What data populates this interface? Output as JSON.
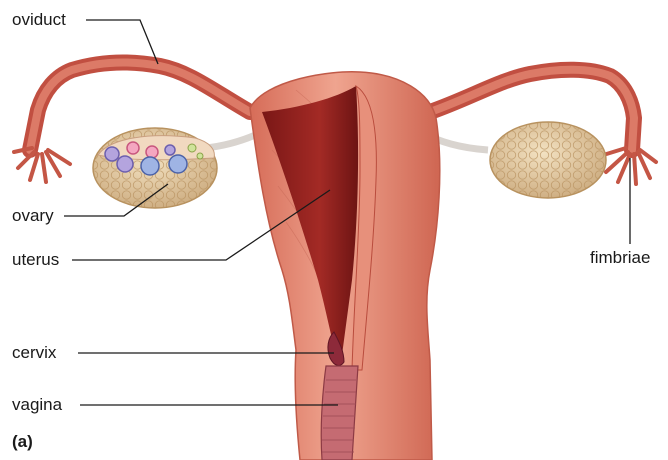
{
  "labels": {
    "oviduct": "oviduct",
    "ovary": "ovary",
    "uterus": "uterus",
    "cervix": "cervix",
    "vagina": "vagina",
    "fimbriae": "fimbriae"
  },
  "panel_label": "(a)",
  "colors": {
    "tissue": "#e0866f",
    "tissue_light": "#efa996",
    "tissue_dark": "#b8473a",
    "cavity": "#8a1f1c",
    "ovary": "#e8d2a8",
    "leader_line": "#1a1a1a"
  }
}
